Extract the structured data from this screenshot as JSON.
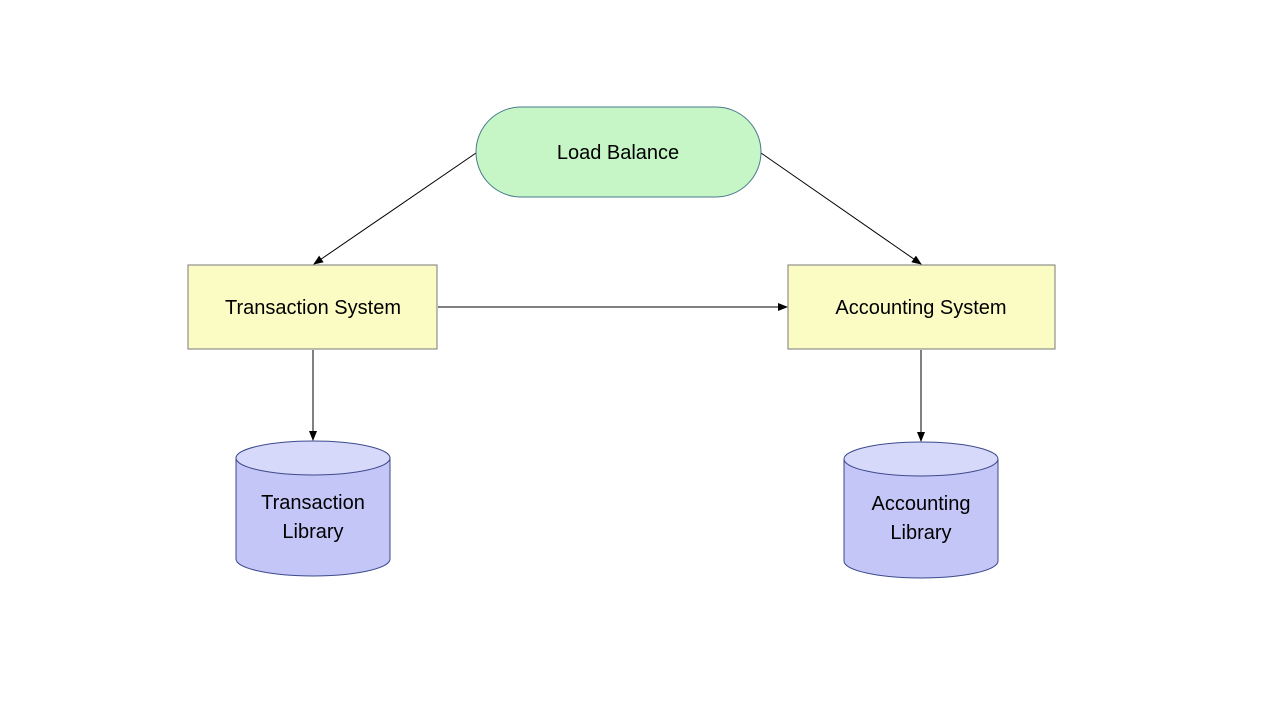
{
  "colors": {
    "load_balance_fill": "#c6f5c6",
    "load_balance_stroke": "#4a7a8c",
    "system_fill": "#fbfbc4",
    "system_stroke": "#7a7a7a",
    "library_fill": "#c3c6f7",
    "library_top_fill": "#d7d9fa",
    "library_stroke": "#3d4a8c"
  },
  "nodes": {
    "load_balance": {
      "label": "Load Balance"
    },
    "transaction_system": {
      "label": "Transaction System"
    },
    "accounting_system": {
      "label": "Accounting System"
    },
    "transaction_library": {
      "label_line1": "Transaction",
      "label_line2": "Library"
    },
    "accounting_library": {
      "label_line1": "Accounting",
      "label_line2": "Library"
    }
  }
}
